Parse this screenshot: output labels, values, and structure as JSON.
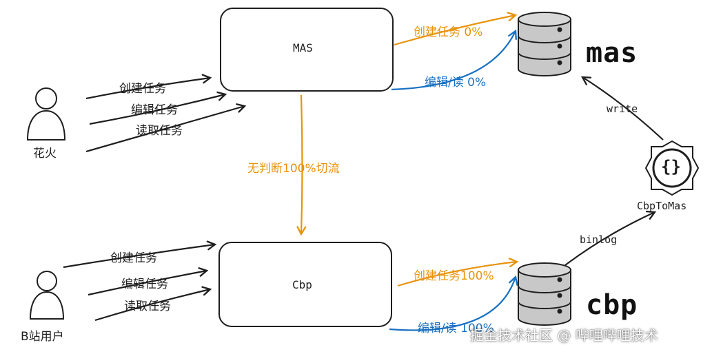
{
  "users": {
    "huahuo": {
      "label": "花火"
    },
    "bzhan": {
      "label": "B站用户"
    }
  },
  "services": {
    "mas": {
      "label": "MAS"
    },
    "cbp": {
      "label": "Cbp"
    }
  },
  "databases": {
    "mas": {
      "label": "mas"
    },
    "cbp": {
      "label": "cbp"
    }
  },
  "sync_service": {
    "label": "CbpToMas",
    "icon_text": "{}",
    "icon": "code-braces-icon"
  },
  "arrows": {
    "huahuo_create": "创建任务",
    "huahuo_edit": "编辑任务",
    "huahuo_read": "读取任务",
    "bzhan_create": "创建任务",
    "bzhan_edit": "编辑任务",
    "bzhan_read": "读取任务",
    "mas_db_create": "创建任务 0%",
    "mas_db_edit": "编辑/读 0%",
    "cbp_db_create": "创建任务100%",
    "cbp_db_edit": "编辑/读 100%",
    "switch_flow": "无判断100%切流",
    "binlog": "binlog",
    "write": "write"
  },
  "colors": {
    "ink": "#1e1e1e",
    "orange": "#e8930c",
    "blue": "#1971c2",
    "db_fill": "#c8c8c8"
  },
  "watermark": "掘金技术社区 @ 哔哩哔哩技术"
}
